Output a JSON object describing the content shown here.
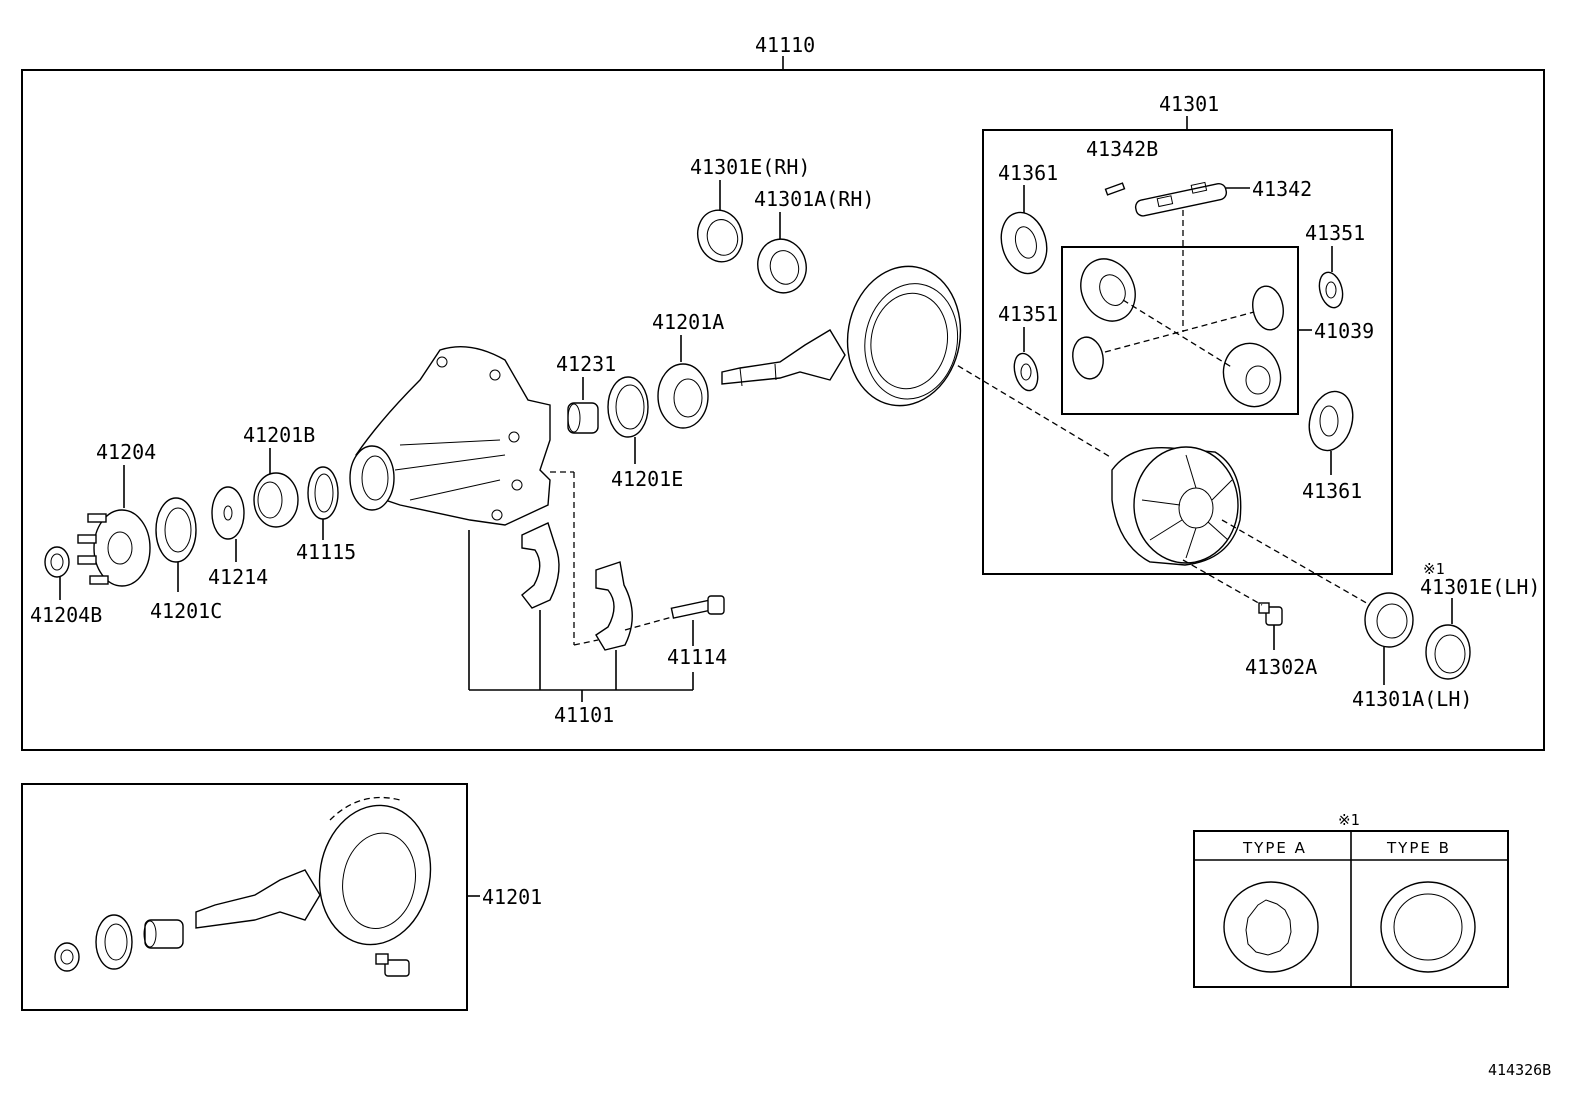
{
  "diagram": {
    "drawing_id": "414326B",
    "note_mark": "※1",
    "labels": {
      "p41110": "41110",
      "p41301": "41301",
      "p41342B": "41342B",
      "p41342": "41342",
      "p41361_top": "41361",
      "p41351_left": "41351",
      "p41351_right": "41351",
      "p41039": "41039",
      "p41361_bottom": "41361",
      "p41301E_RH": "41301E(RH)",
      "p41301A_RH": "41301A(RH)",
      "p41201A": "41201A",
      "p41231": "41231",
      "p41201E": "41201E",
      "p41201B": "41201B",
      "p41204": "41204",
      "p41204B": "41204B",
      "p41201C": "41201C",
      "p41214": "41214",
      "p41115": "41115",
      "p41114": "41114",
      "p41101": "41101",
      "p41302A": "41302A",
      "p41301E_LH": "41301E(LH)",
      "p41301A_LH": "41301A(LH)",
      "p41201": "41201"
    },
    "type_table": {
      "type_a": "TYPE A",
      "type_b": "TYPE B"
    }
  }
}
